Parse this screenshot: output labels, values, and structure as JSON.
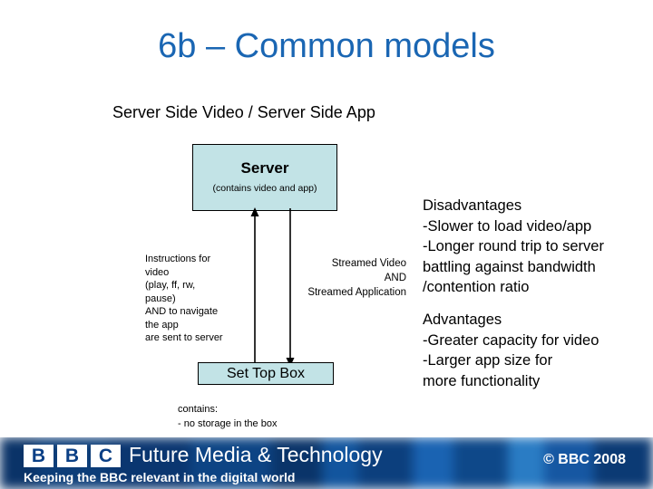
{
  "slide": {
    "title": "6b – Common models",
    "subtitle": "Server Side Video / Server Side App",
    "title_color": "#1a66b3",
    "background_color": "#ffffff"
  },
  "diagram": {
    "box_fill_color": "#c2e3e6",
    "box_border_color": "#000000",
    "server": {
      "title": "Server",
      "subtitle": "(contains video and app)"
    },
    "set_top_box": {
      "title": "Set Top Box"
    },
    "upstream_label": "Instructions for\nvideo\n(play, ff, rw,\npause)\nAND to navigate\nthe app\nare sent to server",
    "downstream_label": "Streamed Video\nAND\nStreamed Application",
    "contains_caption": "contains:\n        - no storage in the box",
    "arrows": [
      {
        "name": "upstream-arrow",
        "direction": "up"
      },
      {
        "name": "downstream-arrow",
        "direction": "down"
      }
    ]
  },
  "commentary": {
    "disadvantages": "Disadvantages\n-Slower to load video/app\n-Longer round trip to server\nbattling against bandwidth\n/contention ratio",
    "advantages": "Advantages\n-Greater capacity for video\n-Larger app size for\nmore functionality"
  },
  "footer": {
    "logo_letters": [
      "B",
      "B",
      "C"
    ],
    "brand": "Future Media & Technology",
    "tagline": "Keeping the BBC relevant in the digital world",
    "copyright": "© BBC 2008",
    "background_color": "#0b3c78",
    "text_color": "#ffffff"
  }
}
